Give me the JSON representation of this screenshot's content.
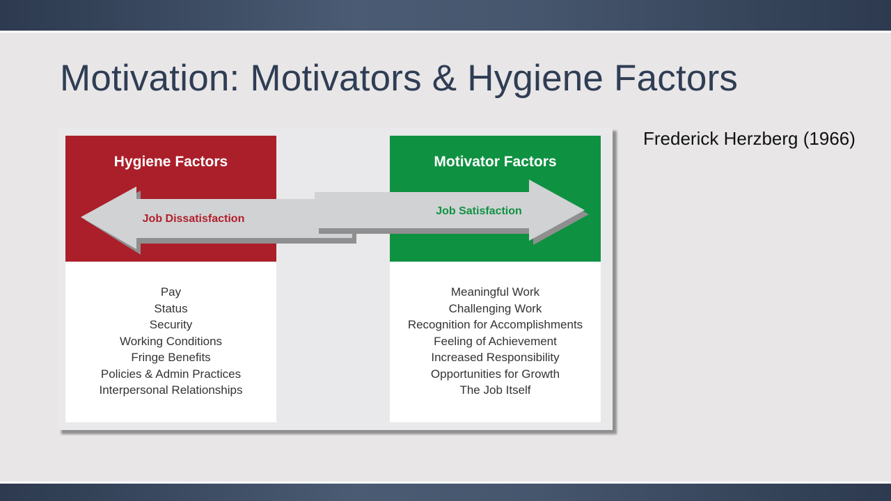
{
  "slide": {
    "title": "Motivation: Motivators & Hygiene Factors",
    "attribution": "Frederick Herzberg (1966)"
  },
  "diagram": {
    "hygiene": {
      "title": "Hygiene Factors",
      "color": "#ab1f2a",
      "arrow_label": "Job Dissatisfaction",
      "items": [
        "Pay",
        "Status",
        "Security",
        "Working Conditions",
        "Fringe Benefits",
        "Policies & Admin Practices",
        "Interpersonal Relationships"
      ]
    },
    "motivator": {
      "title": "Motivator Factors",
      "color": "#0f9142",
      "arrow_label": "Job Satisfaction",
      "items": [
        "Meaningful Work",
        "Challenging Work",
        "Recognition for Accomplishments",
        "Feeling of Achievement",
        "Increased Responsibility",
        "Opportunities for Growth",
        "The Job Itself"
      ]
    }
  }
}
